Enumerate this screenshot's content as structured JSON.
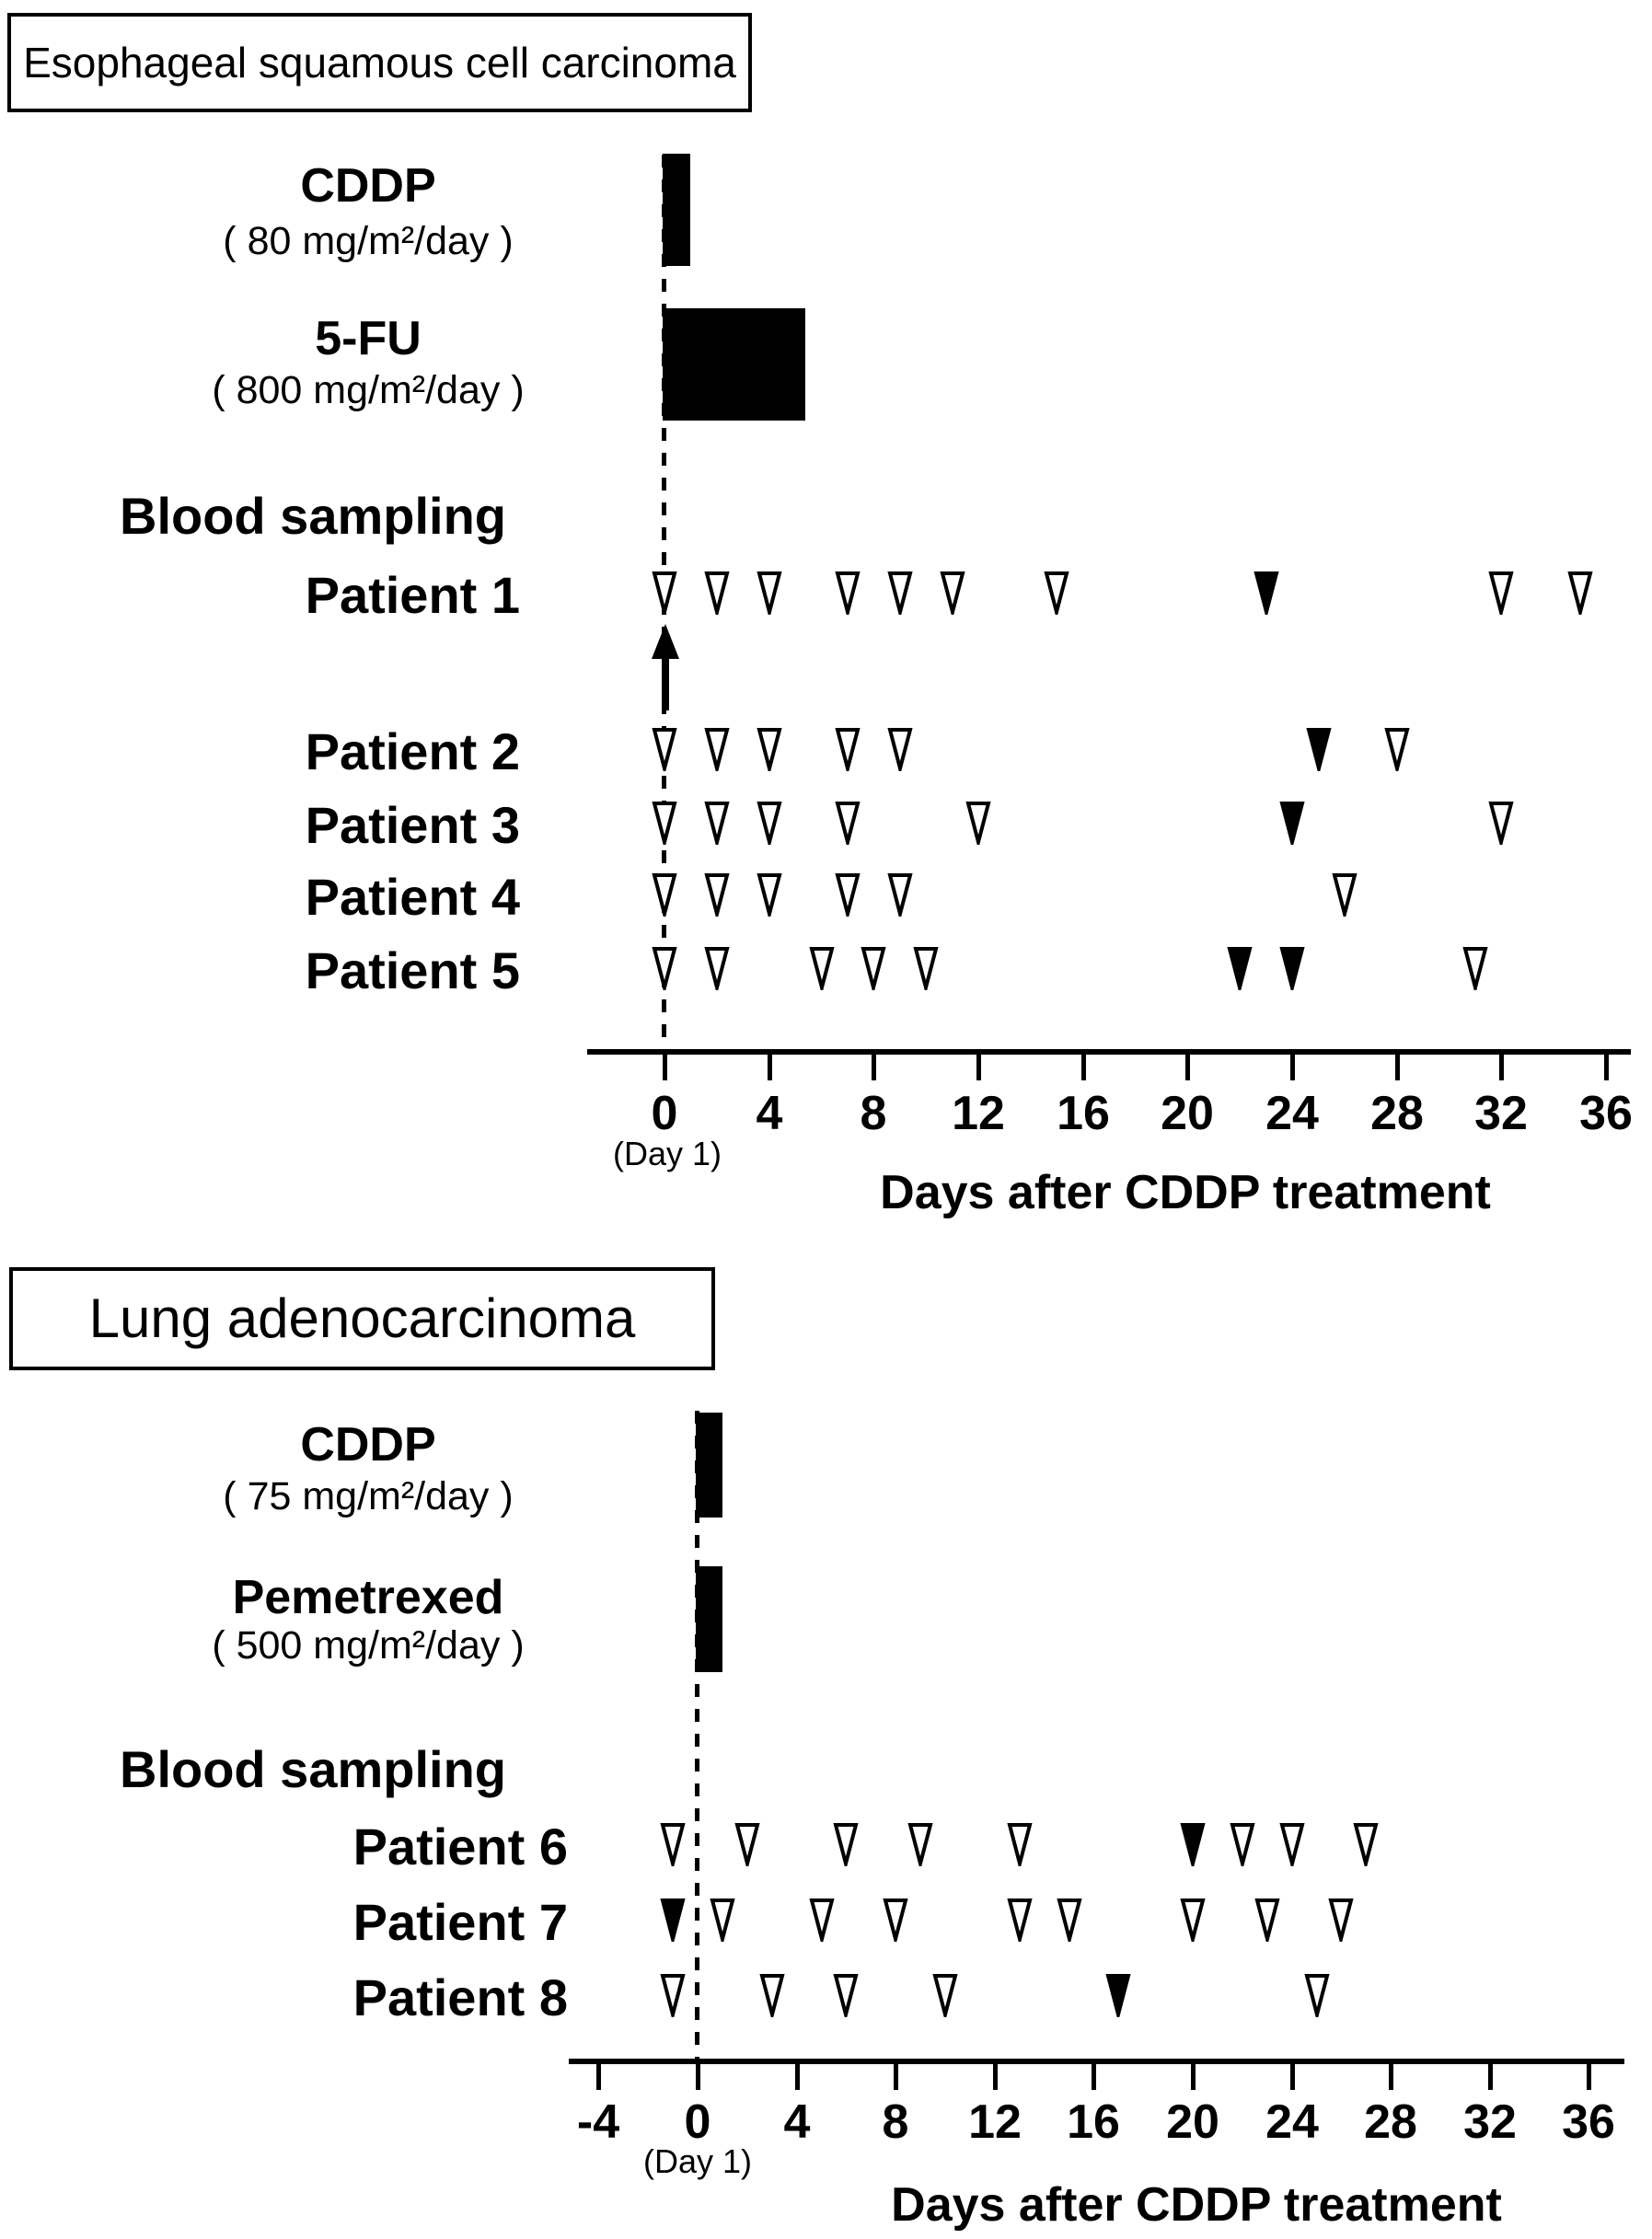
{
  "chart_data": [
    {
      "type": "scatter",
      "panel": "esophageal",
      "title": "Esophageal squamous cell carcinoma",
      "xlabel": "Days after CDDP treatment",
      "zero_label": "(Day 1)",
      "xticks": [
        0,
        4,
        8,
        12,
        16,
        20,
        24,
        28,
        32,
        36
      ],
      "xlim": [
        -3,
        37
      ],
      "marker_open": "open-triangle-down",
      "marker_filled": "filled-triangle-down",
      "section_label": "Blood sampling",
      "treatments": [
        {
          "name": "CDDP",
          "dose": "( 80 mg/m²/day )",
          "bar_start_day": 0,
          "bar_end_day": 1
        },
        {
          "name": "5-FU",
          "dose": "( 800 mg/m²/day )",
          "bar_start_day": 0,
          "bar_end_day": 5.4
        }
      ],
      "treatment_start_arrow_day": 0,
      "series": [
        {
          "name": "Patient 1",
          "open_days": [
            0,
            2,
            4,
            7,
            9,
            11,
            15,
            32,
            35
          ],
          "filled_days": [
            23
          ]
        },
        {
          "name": "Patient 2",
          "open_days": [
            0,
            2,
            4,
            7,
            9,
            28
          ],
          "filled_days": [
            25
          ]
        },
        {
          "name": "Patient 3",
          "open_days": [
            0,
            2,
            4,
            7,
            12,
            32
          ],
          "filled_days": [
            24
          ]
        },
        {
          "name": "Patient 4",
          "open_days": [
            0,
            2,
            4,
            7,
            9,
            26
          ],
          "filled_days": []
        },
        {
          "name": "Patient 5",
          "open_days": [
            0,
            2,
            6,
            8,
            10,
            31
          ],
          "filled_days": [
            22,
            24
          ]
        }
      ]
    },
    {
      "type": "scatter",
      "panel": "lung",
      "title": "Lung adenocarcinoma",
      "xlabel": "Days after CDDP treatment",
      "zero_label": "(Day 1)",
      "xticks": [
        -4,
        0,
        4,
        8,
        12,
        16,
        20,
        24,
        28,
        32,
        36
      ],
      "xlim": [
        -6,
        37
      ],
      "marker_open": "open-triangle-down",
      "marker_filled": "filled-triangle-down",
      "section_label": "Blood sampling",
      "treatments": [
        {
          "name": "CDDP",
          "dose": "( 75 mg/m²/day )",
          "bar_start_day": 0,
          "bar_end_day": 1
        },
        {
          "name": "Pemetrexed",
          "dose": "( 500 mg/m²/day )",
          "bar_start_day": 0,
          "bar_end_day": 1
        }
      ],
      "series": [
        {
          "name": "Patient 6",
          "open_days": [
            -1,
            2,
            6,
            9,
            13,
            22,
            24,
            27
          ],
          "filled_days": [
            20
          ]
        },
        {
          "name": "Patient 7",
          "open_days": [
            1,
            5,
            8,
            13,
            15,
            20,
            23,
            26
          ],
          "filled_days": [
            -1
          ]
        },
        {
          "name": "Patient 8",
          "open_days": [
            -1,
            3,
            6,
            10,
            25
          ],
          "filled_days": [
            17
          ]
        }
      ]
    }
  ]
}
